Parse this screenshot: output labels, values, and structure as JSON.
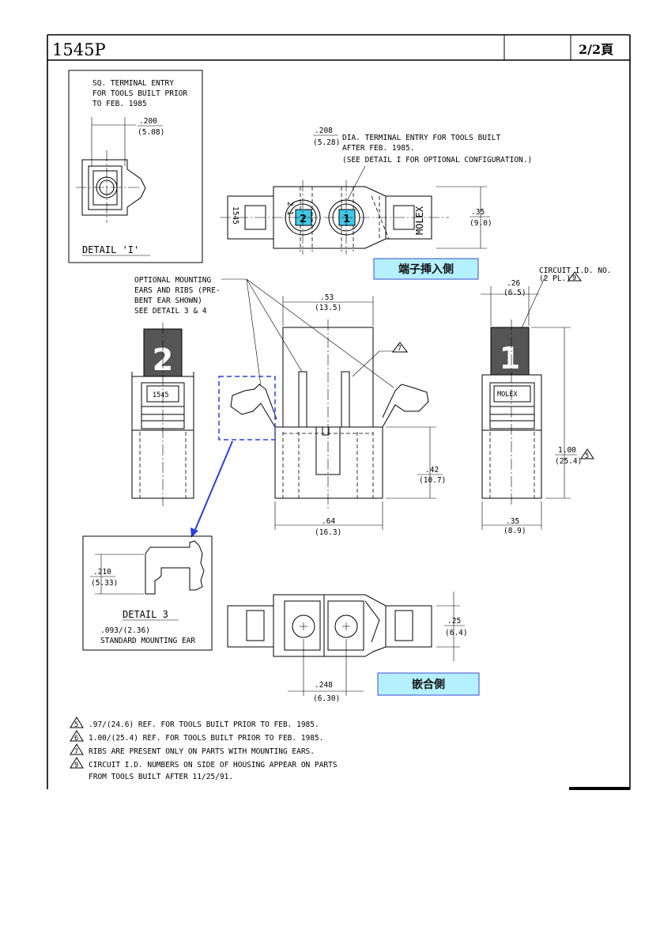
{
  "header": {
    "part_number": "1545P",
    "page": "2/2頁"
  },
  "detail_1": {
    "note_lines": [
      "SQ. TERMINAL ENTRY",
      "FOR TOOLS BUILT PRIOR",
      "TO FEB. 1985"
    ],
    "dim_in": ".200",
    "dim_mm": "(5.08)",
    "title": "DETAIL 'I'"
  },
  "top_view": {
    "dia_in": ".208",
    "dia_mm": "(5.28)",
    "note_lines": [
      "DIA. TERMINAL ENTRY FOR TOOLS BUILT",
      "AFTER FEB. 1985.",
      "(SEE DETAIL I FOR OPTIONAL CONFIGURATION.)"
    ],
    "height_in": ".35",
    "height_mm": "(9.0)",
    "cavity_1": "1",
    "cavity_2": "2",
    "side_text_left": "1545",
    "side_text_right": "MOLEX",
    "side_small": "2 1",
    "label": "端子挿入側"
  },
  "front_view": {
    "ear_note_lines": [
      "OPTIONAL MOUNTING",
      "EARS AND RIBS (PRE-",
      "BENT EAR SHOWN)",
      "SEE DETAIL 3 & 4"
    ],
    "width_top_in": ".53",
    "width_top_mm": "(13.5)",
    "rib_flag": "7",
    "height_in": ".42",
    "height_mm": "(10.7)",
    "width_bottom_in": ".64",
    "width_bottom_mm": "(16.3)"
  },
  "left_view": {
    "circuit_no": "2",
    "marking": "1545"
  },
  "right_view": {
    "circuit_note_lines": [
      "CIRCUIT I.D. NO.",
      "(2 PL.)"
    ],
    "circuit_flag": "9",
    "circuit_no": "1",
    "marking": "MOLEX",
    "width_top_in": ".26",
    "width_top_mm": "(6.5)",
    "height_in": "1.00",
    "height_mm": "(25.4)",
    "height_flag": "5",
    "width_bottom_in": ".35",
    "width_bottom_mm": "(8.9)"
  },
  "detail_3": {
    "dim_in": ".210",
    "dim_mm": "(5.33)",
    "title": "DETAIL 3",
    "note_lines": [
      ".093/(2.36)",
      "STANDARD MOUNTING EAR"
    ]
  },
  "bottom_view": {
    "height_in": ".25",
    "height_mm": "(6.4)",
    "pitch_in": ".248",
    "pitch_mm": "(6.30)",
    "label": "嵌合側"
  },
  "notes": [
    {
      "flag": "5",
      "lines": [
        ".97/(24.6) REF. FOR TOOLS BUILT PRIOR TO FEB. 1985."
      ]
    },
    {
      "flag": "6",
      "lines": [
        "1.00/(25.4) REF. FOR TOOLS BUILT PRIOR TO FEB. 1985."
      ]
    },
    {
      "flag": "7",
      "lines": [
        "RIBS ARE PRESENT ONLY ON PARTS WITH MOUNTING EARS."
      ]
    },
    {
      "flag": "9",
      "lines": [
        "CIRCUIT I.D. NUMBERS ON SIDE OF HOUSING APPEAR ON PARTS",
        "FROM TOOLS BUILT AFTER 11/25/91."
      ]
    }
  ],
  "colors": {
    "label_fill": "#b4f0ff",
    "label_border": "#3a4ccf",
    "cavity_fill": "#3fc8e8",
    "leader_blue": "#2b3fe0",
    "callout_box": "#2b3fe0",
    "id_square": "#555555"
  }
}
